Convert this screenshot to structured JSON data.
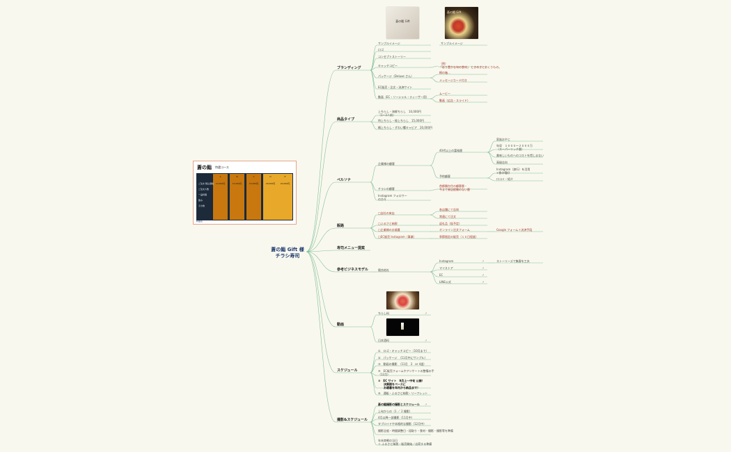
{
  "root": "蒼の鮨 Gift 様\nチラシ寿司",
  "branches": [
    {
      "label": "ブランディング",
      "items": [
        {
          "label": "サンプルイメージ"
        },
        {
          "label": "サンプルイメージ"
        },
        {
          "label": "ロゴ"
        },
        {
          "label": "コンセプトストーリー"
        },
        {
          "label": "キャッチコピー",
          "children": [
            "（例）\n「彩り豊かな旬の食材」 ときめきとおくりもの。"
          ]
        },
        {
          "label": "パッケージ（Deluxe さん）",
          "children": [
            "桐の箱…",
            "メッセージカード付き"
          ]
        },
        {
          "label": "EC販売・注文・決済サイト"
        },
        {
          "label": "動画（EC・ソーシャル・ティーザー用）",
          "children": [
            "ムービー",
            "動画（広告・スライド）"
          ]
        }
      ]
    },
    {
      "label": "商品タイプ",
      "items": [
        {
          "label": "上ちらし・海鮮ちらし　10,000円\n（1〜2人前）"
        },
        {
          "label": "特上ちらし・極上ちらし　15,000円"
        },
        {
          "label": "桶上ちらし・ずわい蟹キャビア　20,000円"
        }
      ]
    },
    {
      "label": "ペルソナ",
      "items": [
        {
          "label": "企業様の顧客",
          "children": [
            "40代以上の富裕層",
            "予約顧客"
          ],
          "grand": [
            "家族おやじ",
            "年収　１０００〜２０００万\n（スーパーリッチ層）",
            "美味しいものへのコストを惜しまない",
            "高級志向",
            "Instagram（旅行）を活用\n×食の嗜好",
            "口コミ・紹介"
          ]
        },
        {
          "label": "チラシの顧客",
          "children": [
            "首都圏在住の顧客層・\n今まで来店経験のない層"
          ]
        },
        {
          "label": "Instagram フォロワー\nの方々"
        }
      ]
    },
    {
      "label": "販路",
      "items": [
        {
          "label": "□自社の来店",
          "children": [
            "各店舗にて告知",
            "常連にて注文"
          ]
        },
        {
          "label": "□ふるさと納税",
          "children": [
            "返礼品（仮予定）"
          ]
        },
        {
          "label": "□企業様のお歳暮",
          "children": [
            "オンライン注文フォーム"
          ],
          "grand": [
            "Google フォーム＋決済手段"
          ]
        },
        {
          "label": "□EC販売 Instagram（事業）",
          "children": [
            "季節限定の販売（１０日程度）"
          ]
        }
      ]
    },
    {
      "label": "寿司メニュー提案",
      "items": []
    },
    {
      "label": "参考ビジネスモデル",
      "items": [
        {
          "label": "競合他社",
          "children": [
            "Instagram",
            "マイストア",
            "EC",
            "LINE公式"
          ],
          "grand": [
            "ストーリーズで集客を工夫"
          ]
        }
      ]
    },
    {
      "label": "動画",
      "items": [
        {
          "label": "ちらし料"
        },
        {
          "label": "日本酒料"
        }
      ]
    },
    {
      "label": "スケジュール",
      "items": [
        {
          "label": "①　ロゴ・キャッチコピー（10月まで）"
        },
        {
          "label": "②　パッケージ　（11月中にサンプル）"
        },
        {
          "label": "③　動画の撮影　（11月　3　or 4週）"
        },
        {
          "label": "④　EC販売フォームやアンケートの整備の手\n（12月）"
        },
        {
          "label": "⑤　EC サイト　9月上〜中旬 公開！\n　　決算期をベースに\n　　お歳暮を年内から納品まで！"
        },
        {
          "label": "⑥　通販・ふるさと納税・リーフレット"
        }
      ]
    },
    {
      "label": "撮影&スケジュール",
      "items": [
        {
          "label": "蒼の鮨撮影の撮影とスケジュール"
        },
        {
          "label": "上旬からの（1 ／ 2 撮影）"
        },
        {
          "label": "4月以降一部撮影（11月中）"
        },
        {
          "label": "タブロイドや本格的な撮影（12月中）"
        },
        {
          "label": "撮影全般・時間調整日・段取り・食材・撮影・撮影等を準備"
        },
        {
          "label": "年末商戦の当日\n＋ ふるさと納税・販売開始／出荷する準備"
        }
      ]
    }
  ],
  "images": {
    "sample1_title": "蒼の鮨\nGift",
    "sample2_title": "蒼の鮨 Gift",
    "flyer_title": "蒼の鮨",
    "flyer_subtitle": "特選コース",
    "flyer_footer": "料金表",
    "flyer_columns": [
      "A",
      "B",
      "C",
      "D",
      "E"
    ],
    "flyer_rows": [
      "ご注文 税込価格",
      "ご注文人数",
      "一品料理",
      "飲み",
      "その他"
    ],
    "flyer_prices": [
      "10,000円",
      "12,000円",
      "15,000円",
      "18,000円",
      "20,000円"
    ]
  },
  "colors": {
    "line": "#7fbf9a",
    "text_red": "#a6372b",
    "root": "#1e3a70",
    "flyer_border": "#e3a58a",
    "flyer_dark": "#1c2a3a",
    "flyer_orange": "#c8780e",
    "flyer_yellow": "#e8a82a"
  }
}
